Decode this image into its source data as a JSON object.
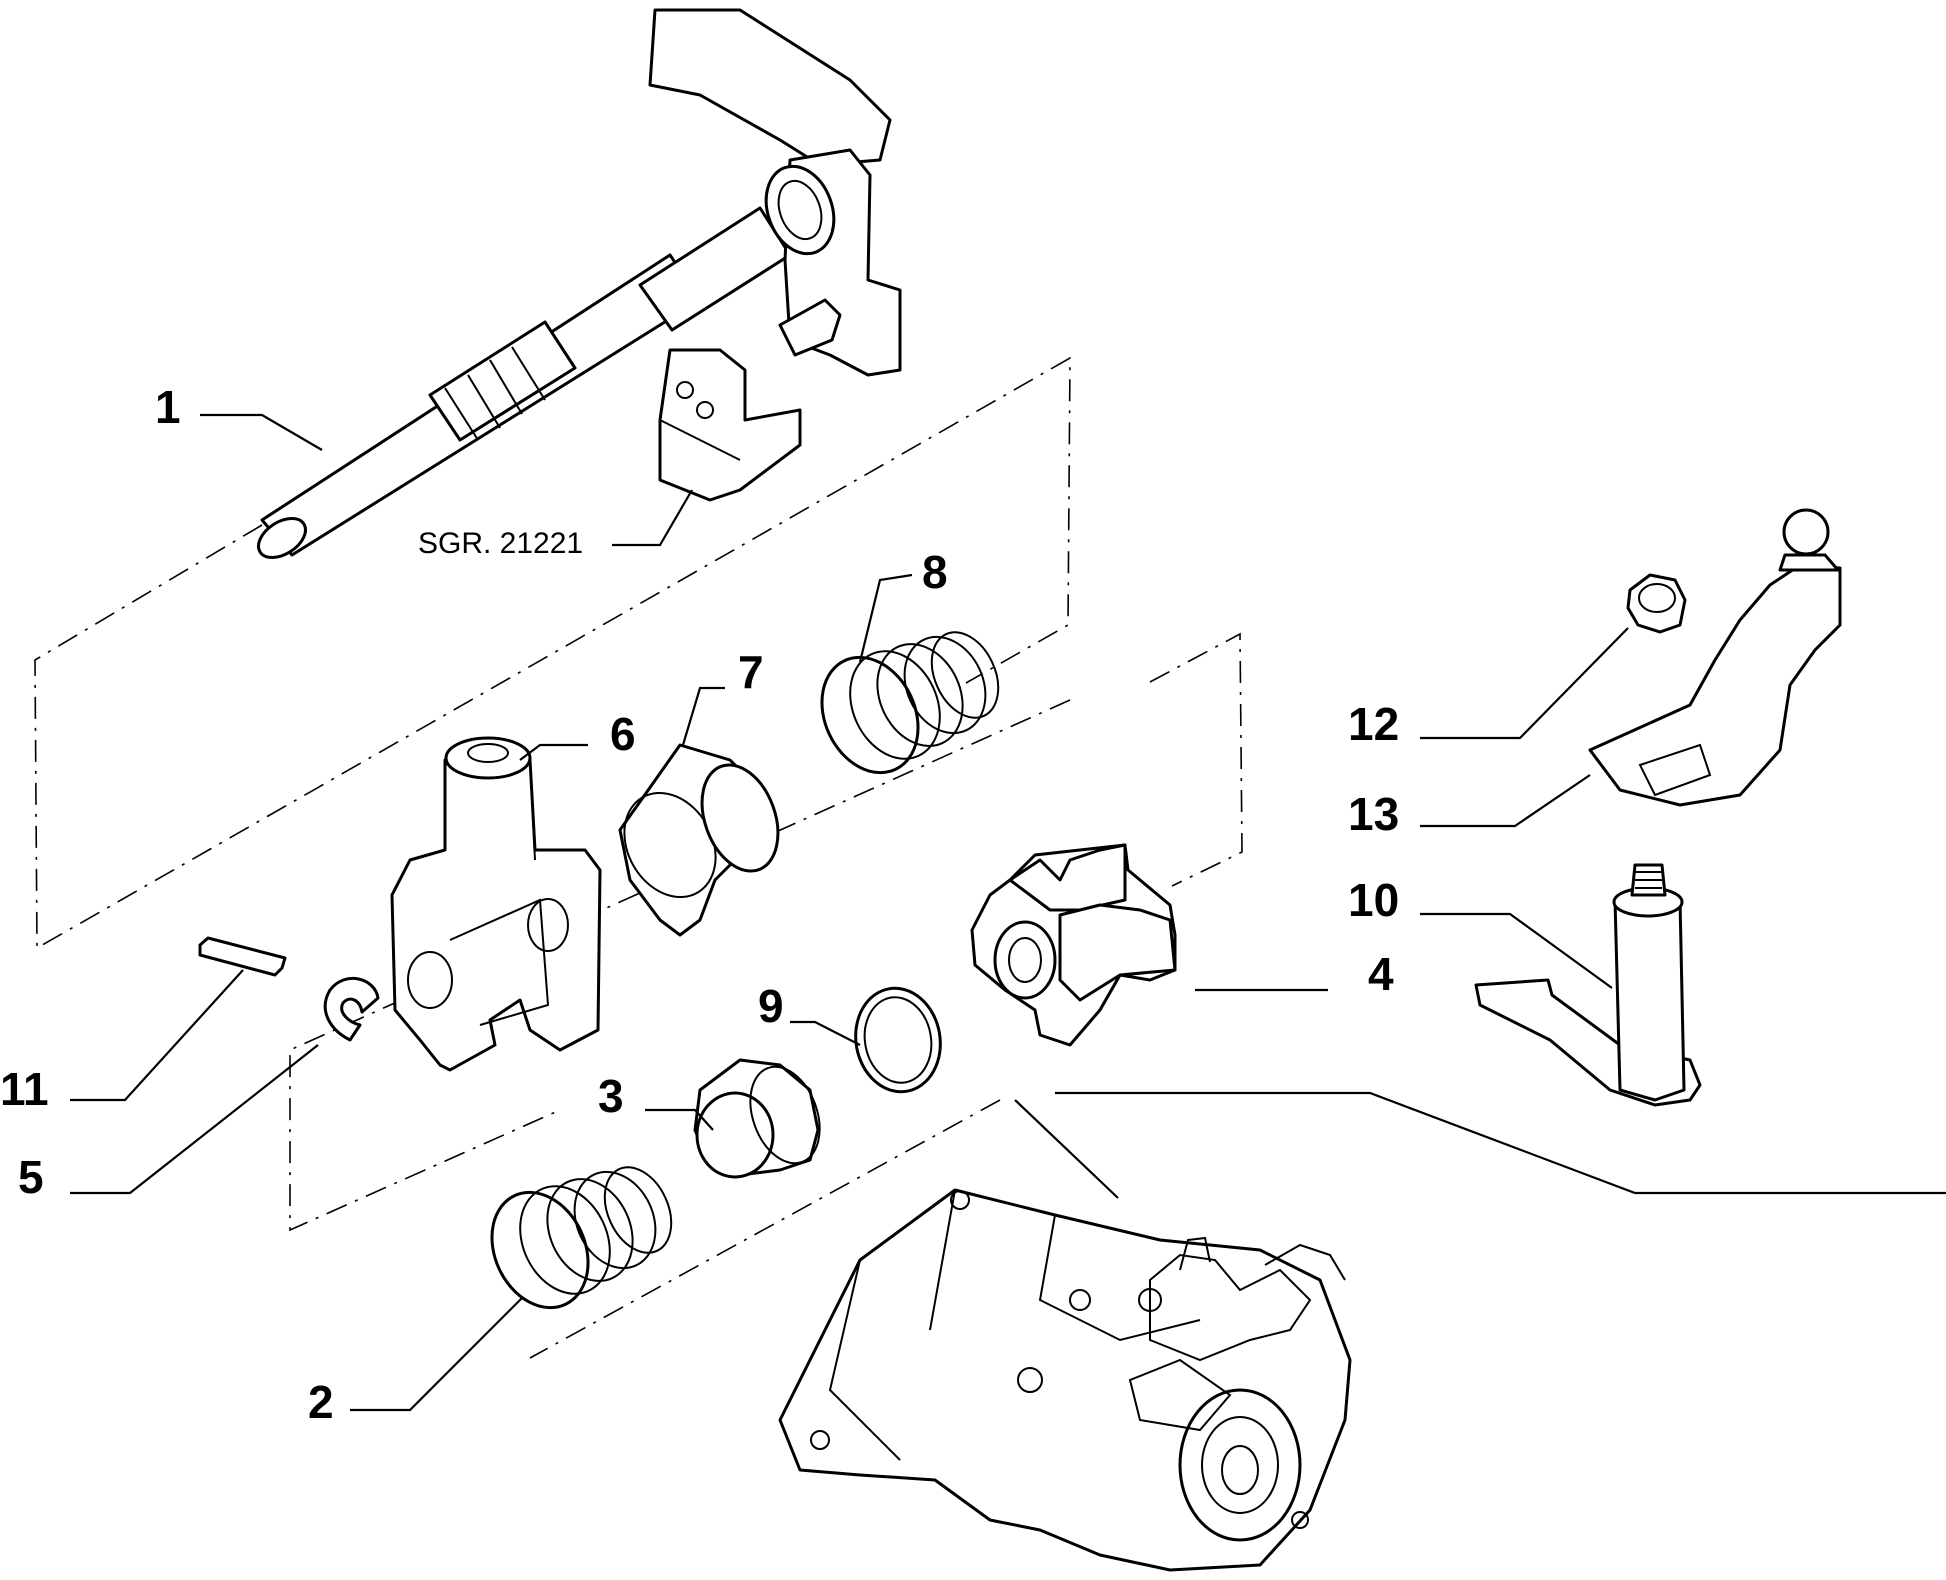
{
  "labels": {
    "l1": "1",
    "l2": "2",
    "l3": "3",
    "l4": "4",
    "l5": "5",
    "l6": "6",
    "l7": "7",
    "l8": "8",
    "l9": "9",
    "l10": "10",
    "l11": "11",
    "l12": "12",
    "l13": "13"
  },
  "reference": "SGR. 21221"
}
